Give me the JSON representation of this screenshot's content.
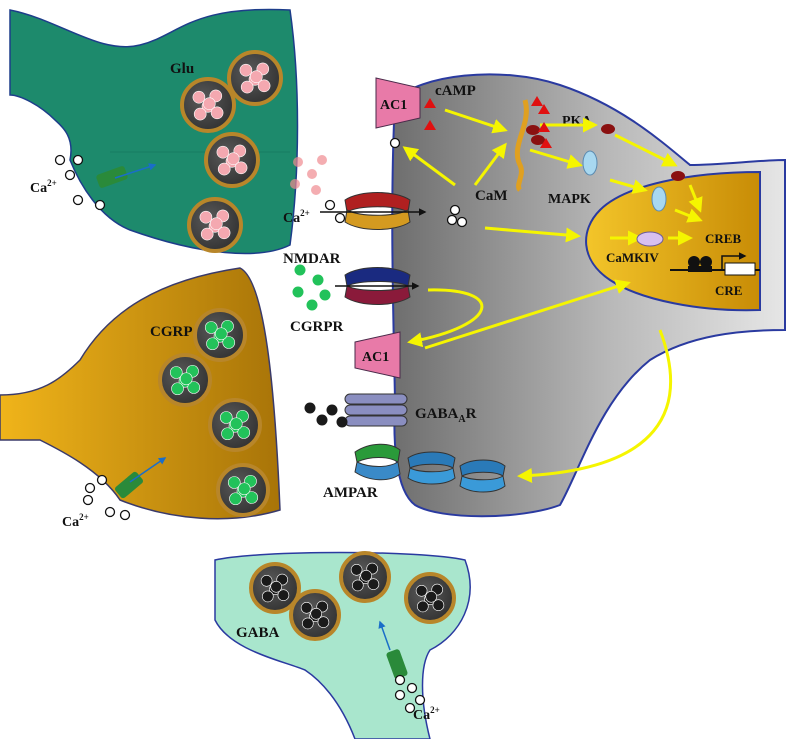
{
  "colors": {
    "glu_terminal": "#1a8a6e",
    "cgrp_terminal": "#c8920a",
    "gaba_terminal": "#a8e6cf",
    "postsynaptic_dark": "#7a7a7a",
    "postsynaptic_light": "#d9d9d9",
    "nucleus": "#e6b010",
    "arrow": "#f5f500",
    "ac1": "#e87aa8",
    "camp_triangle": "#e01010",
    "vesicle_ring": "#b8862a",
    "glu_dot": "#f4a8b0",
    "cgrp_dot": "#22c25a",
    "gaba_dot": "#1a1a1a"
  },
  "labels": {
    "glu": "Glu",
    "cgrp": "CGRP",
    "gaba": "GABA",
    "nmdar": "NMDAR",
    "cgrpr": "CGRPR",
    "gabaar_main": "GABA",
    "gabaar_sub": "A",
    "gabaar_tail": "R",
    "ampar": "AMPAR",
    "ac1_top": "AC1",
    "ac1_bottom": "AC1",
    "camp": "cAMP",
    "pka": "PKA",
    "cam": "CaM",
    "mapk": "MAPK",
    "camkiv": "CaMKIV",
    "creb": "CREB",
    "cre": "CRE",
    "ca_main": "Ca",
    "ca_sup": "2+"
  },
  "icons": [
    "glutamate-vesicle-icon",
    "cgrp-vesicle-icon",
    "gaba-vesicle-icon",
    "calcium-channel-icon",
    "nmda-receptor-icon",
    "cgrp-receptor-icon",
    "gaba-a-receptor-icon",
    "ampa-receptor-icon",
    "adenylyl-cyclase-icon",
    "calmodulin-icon",
    "pka-icon",
    "mapk-icon",
    "camkiv-icon",
    "creb-icon",
    "gene-promoter-icon"
  ]
}
